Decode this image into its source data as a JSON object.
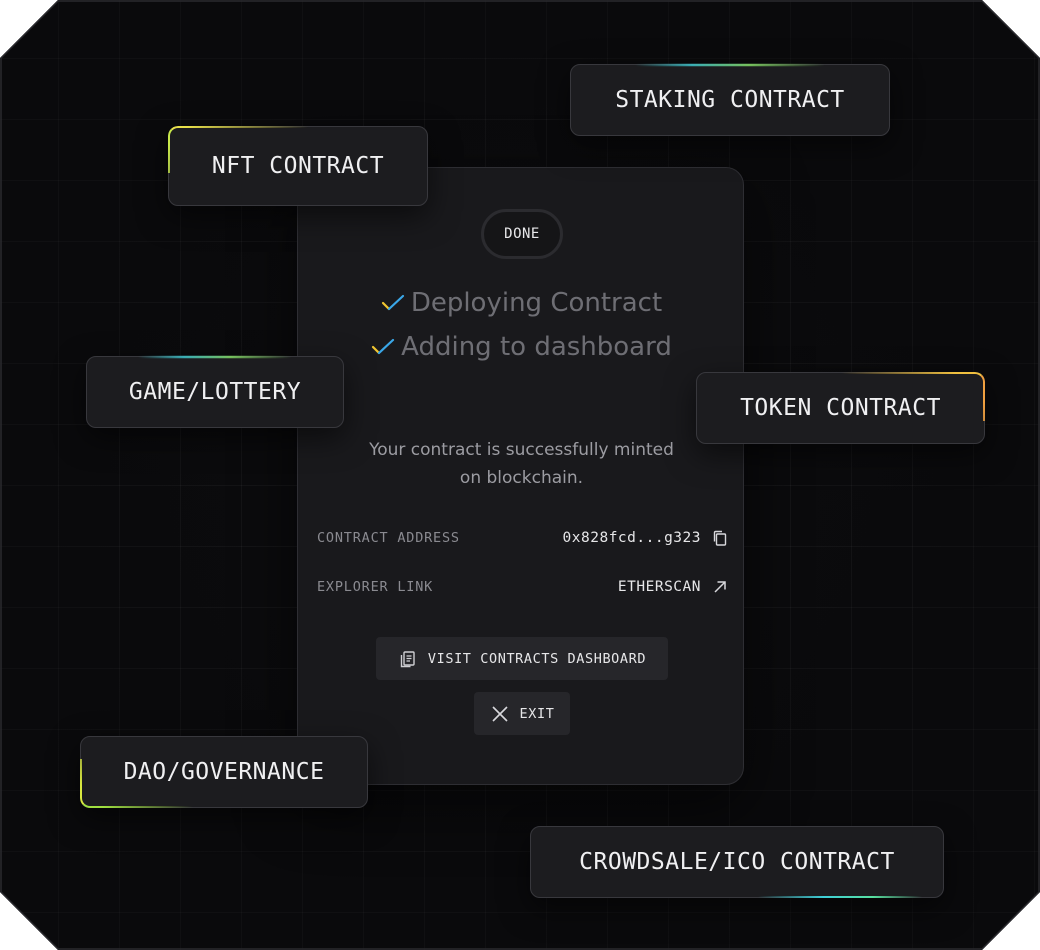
{
  "status": {
    "done_label": "DONE"
  },
  "steps": [
    {
      "label": "Deploying Contract",
      "completed": true
    },
    {
      "label": "Adding to dashboard",
      "completed": true
    }
  ],
  "message": "Your contract  is successfully minted\non blockchain.",
  "details": {
    "address_label": "CONTRACT ADDRESS",
    "address_value": "0x828fcd...g323",
    "explorer_label": "EXPLORER LINK",
    "explorer_value": "ETHERSCAN"
  },
  "actions": {
    "dashboard_label": "VISIT CONTRACTS DASHBOARD",
    "exit_label": "EXIT"
  },
  "contract_types": {
    "staking": "STAKING CONTRACT",
    "nft": "NFT CONTRACT",
    "game": "GAME/LOTTERY",
    "token": "TOKEN CONTRACT",
    "dao": "DAO/GOVERNANCE",
    "crowdsale": "CROWDSALE/ICO CONTRACT"
  },
  "icons": {
    "check": "check-icon",
    "copy": "copy-icon",
    "external": "arrow-up-right-icon",
    "dashboard": "documents-icon",
    "close": "close-icon"
  },
  "colors": {
    "background": "#0c0c0e",
    "card": "#19191c",
    "check_blue": "#3aa7e8",
    "check_yellow": "#f0c530",
    "glow_cyan": "#3fd0d8",
    "glow_yellow": "#e8e04a"
  }
}
